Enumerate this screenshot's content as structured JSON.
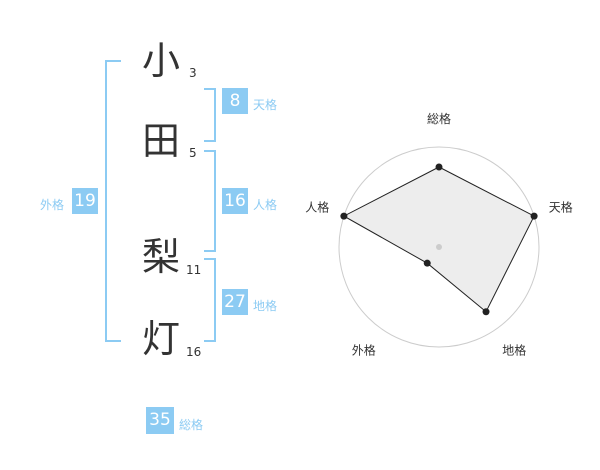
{
  "name": {
    "characters": [
      {
        "char": "小",
        "strokes": "3"
      },
      {
        "char": "田",
        "strokes": "5"
      },
      {
        "char": "梨",
        "strokes": "11"
      },
      {
        "char": "灯",
        "strokes": "16"
      }
    ]
  },
  "scores": {
    "tenkaku": {
      "value": "8",
      "label": "天格"
    },
    "jinkaku": {
      "value": "16",
      "label": "人格"
    },
    "chikaku": {
      "value": "27",
      "label": "地格"
    },
    "gaikaku": {
      "value": "19",
      "label": "外格"
    },
    "soukaku": {
      "value": "35",
      "label": "総格"
    }
  },
  "colors": {
    "accent": "#8ccbf3",
    "text": "#333333"
  },
  "chart_data": {
    "type": "radar",
    "axes": [
      "総格",
      "天格",
      "地格",
      "外格",
      "人格"
    ],
    "values": [
      4,
      5,
      4,
      1,
      5
    ],
    "max": 5,
    "rings": 4
  }
}
